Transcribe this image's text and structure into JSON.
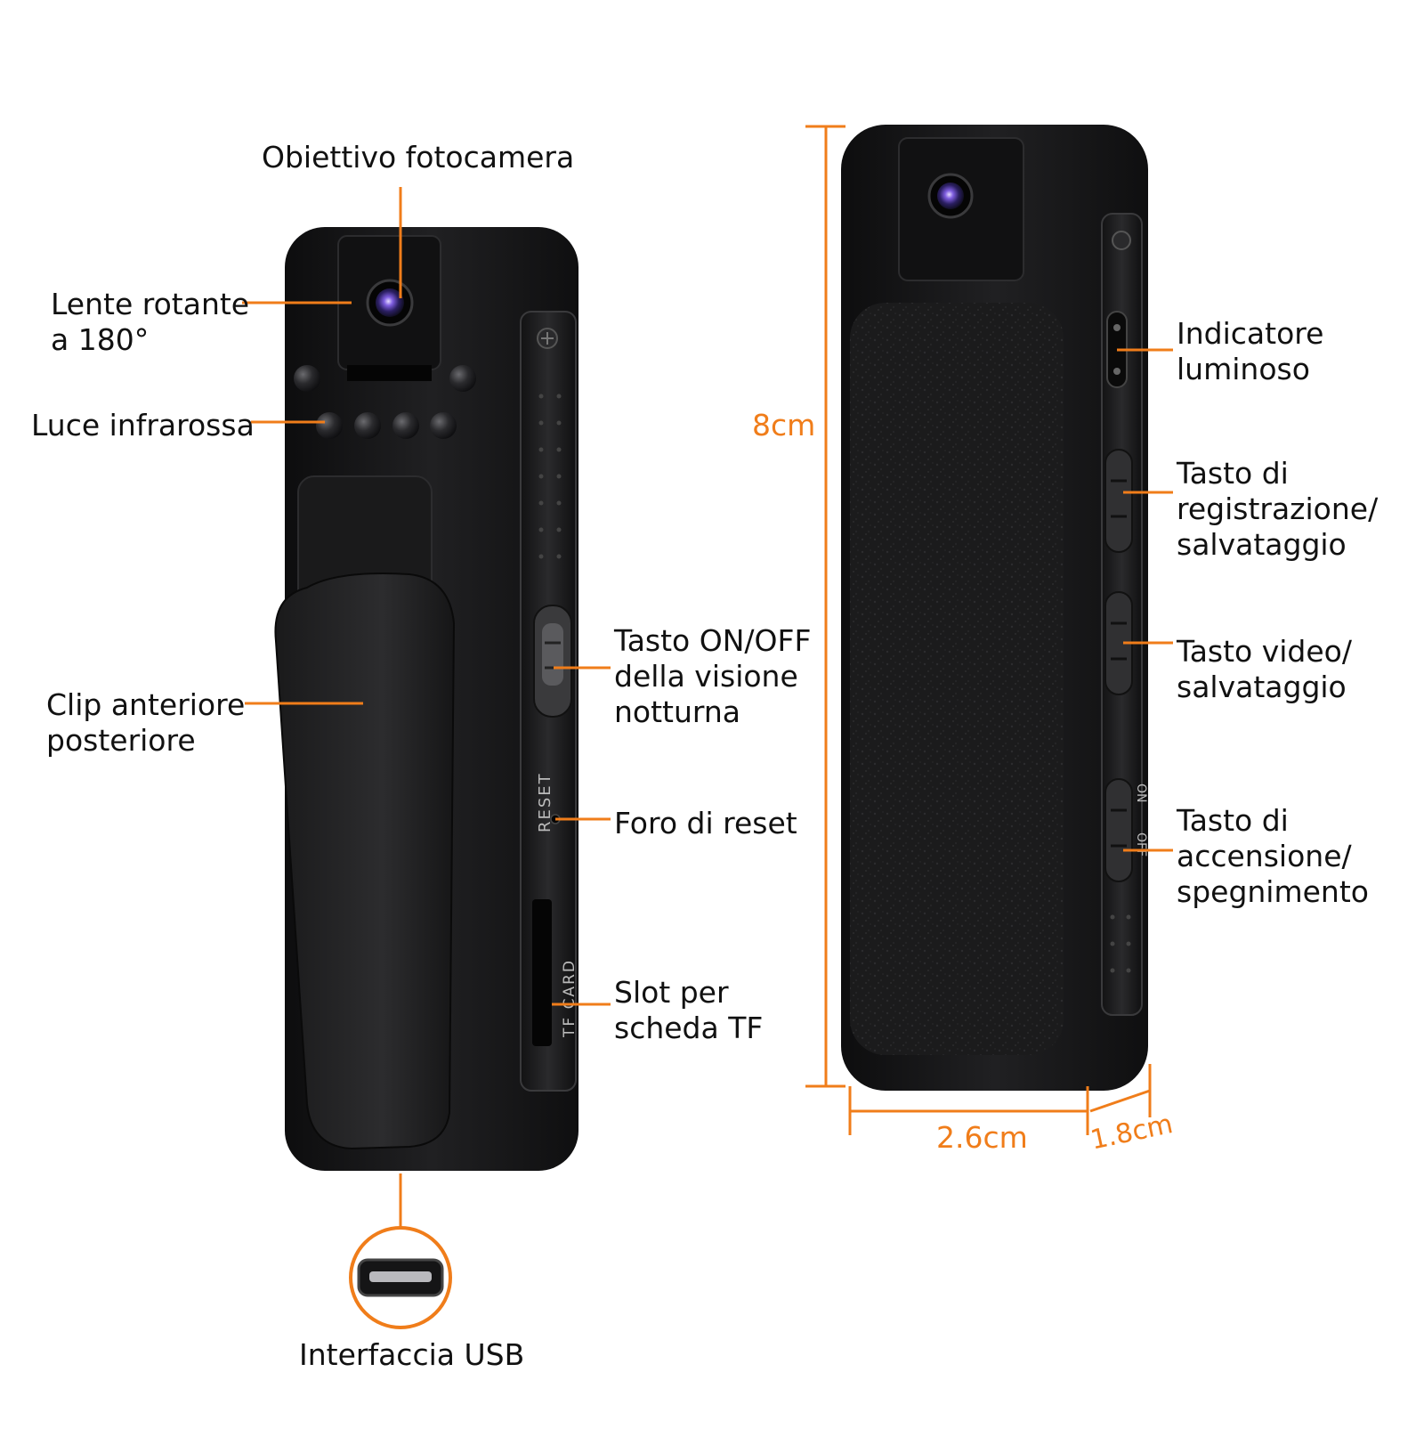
{
  "colors": {
    "accent": "#f07d1a",
    "device_body": "#1d1d1f",
    "device_edge": "#0b0b0c",
    "lens": "#6b52c8"
  },
  "callouts": {
    "camera_lens": "Obiettivo fotocamera",
    "rotating_lens": "Lente rotante\na 180°",
    "infrared_light": "Luce infrarossa",
    "clip": "Clip anteriore\nposteriore",
    "night_vision_switch": "Tasto ON/OFF\ndella visione\nnotturna",
    "reset_hole": "Foro di reset",
    "tf_slot": "Slot per\nscheda TF",
    "usb_interface": "Interfaccia USB",
    "indicator_light": "Indicatore\nluminoso",
    "record_button": "Tasto di\nregistrazione/\nsalvataggio",
    "video_button": "Tasto video/\nsalvataggio",
    "power_button": "Tasto di\naccensione/\nspegnimento"
  },
  "dimensions": {
    "height": "8cm",
    "width": "2.6cm",
    "depth": "1.8cm"
  },
  "device_markings": {
    "reset": "RESET",
    "tf_card": "TF CARD",
    "on": "ON",
    "off": "OFF"
  }
}
